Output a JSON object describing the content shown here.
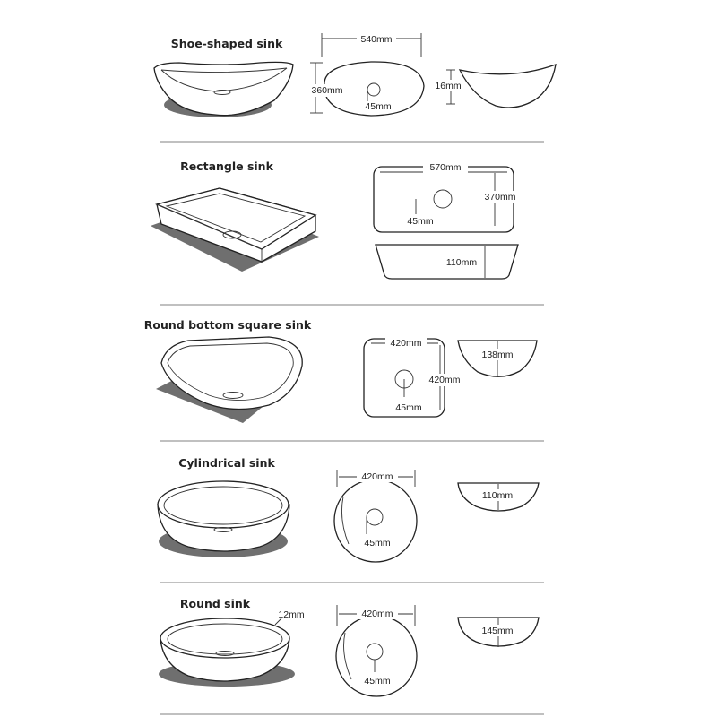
{
  "sinks": [
    {
      "title": "Shoe-shaped sink",
      "width_label": "540mm",
      "depth_label": "360mm",
      "drain_label": "45mm",
      "height_label": "16mm"
    },
    {
      "title": "Rectangle sink",
      "width_label": "570mm",
      "depth_label": "370mm",
      "drain_label": "45mm",
      "height_label": "110mm"
    },
    {
      "title": "Round bottom square sink",
      "width_label": "420mm",
      "depth_label": "420mm",
      "drain_label": "45mm",
      "height_label": "138mm"
    },
    {
      "title": "Cylindrical sink",
      "width_label": "420mm",
      "drain_label": "45mm",
      "height_label": "110mm"
    },
    {
      "title": "Round sink",
      "rim_label": "12mm",
      "width_label": "420mm",
      "drain_label": "45mm",
      "height_label": "145mm"
    }
  ]
}
